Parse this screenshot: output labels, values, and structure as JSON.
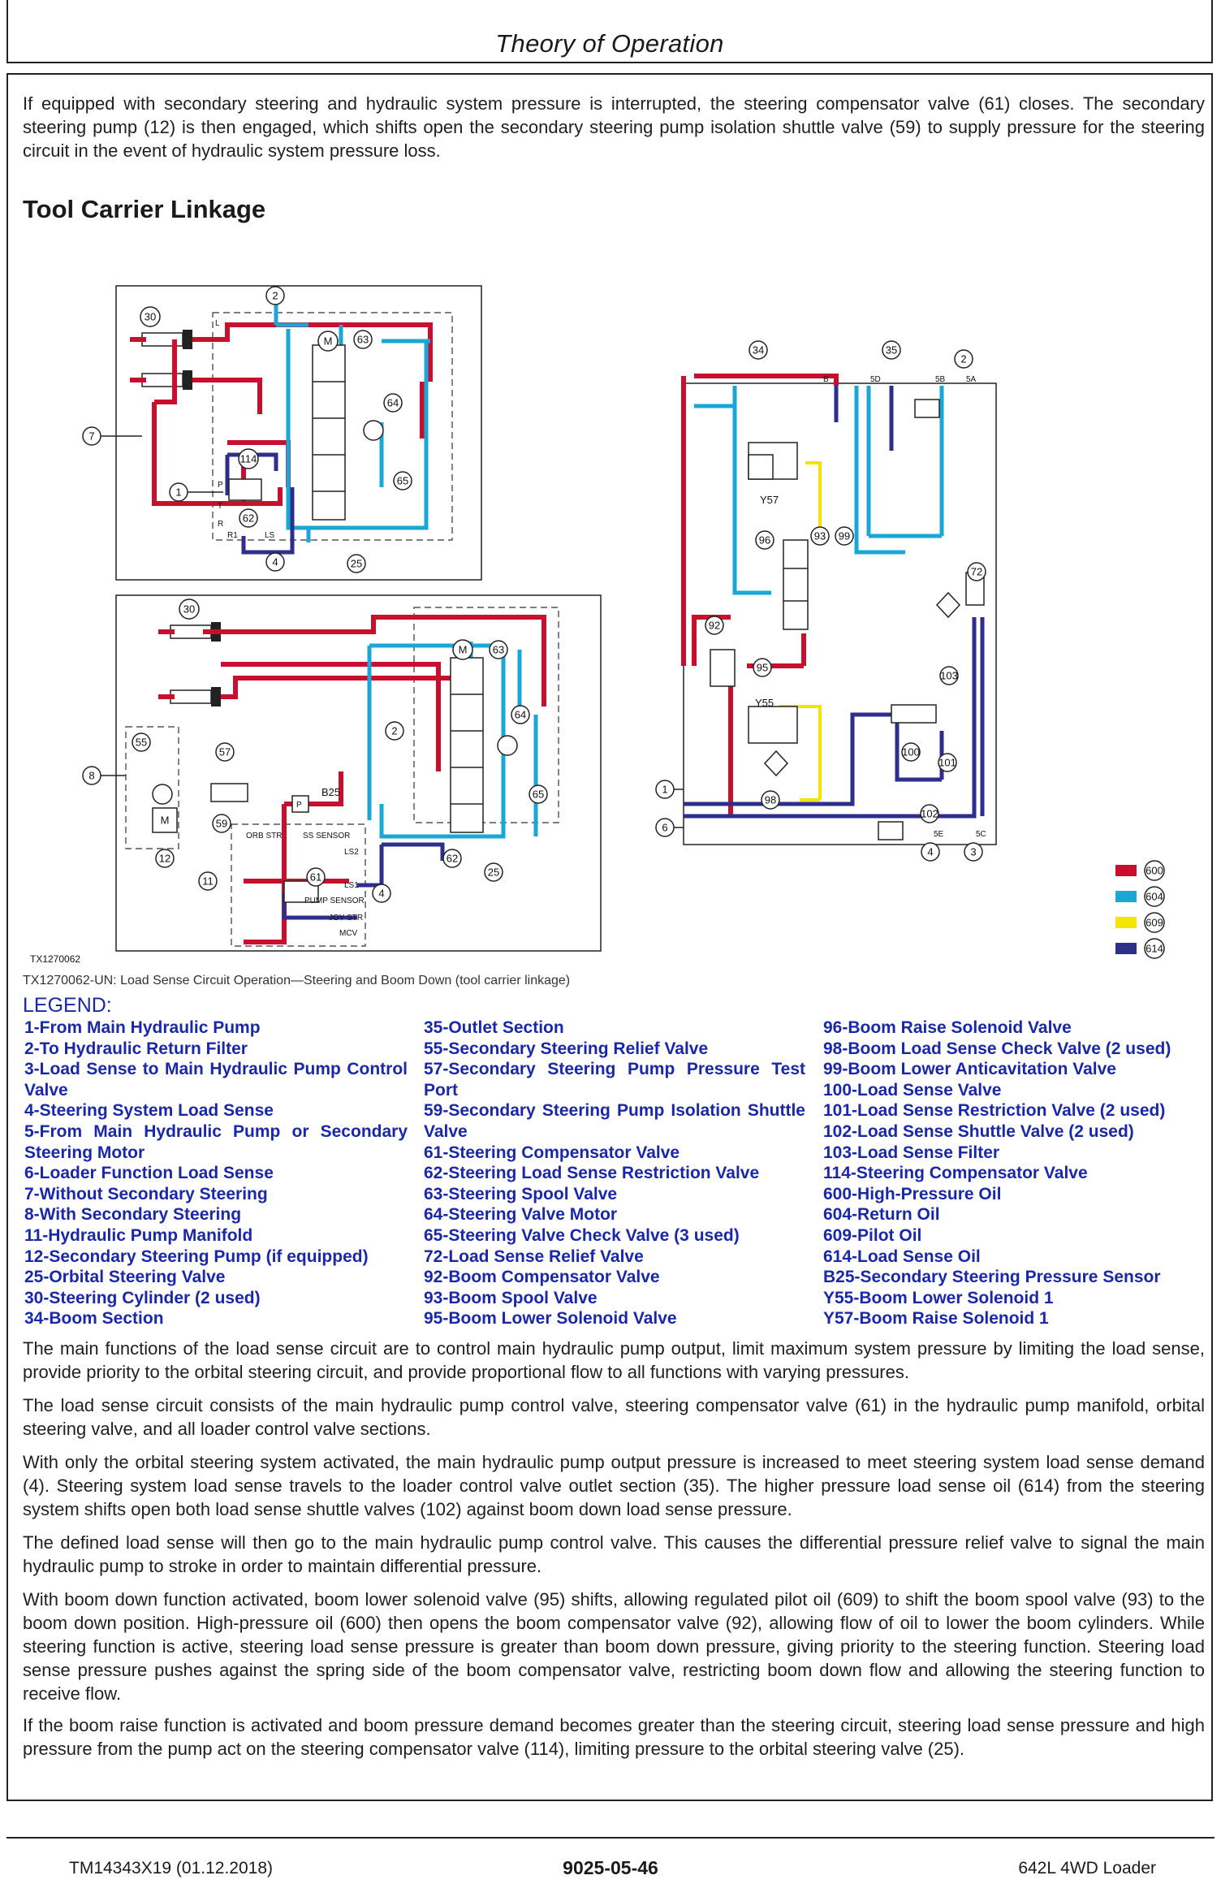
{
  "header": {
    "title": "Theory of Operation"
  },
  "intro_paragraph": "If equipped with secondary steering and hydraulic system pressure is interrupted, the steering compensator valve (61) closes. The secondary steering pump (12) is then engaged, which shifts open the secondary steering pump isolation shuttle valve (59) to supply pressure for the steering circuit in the event of hydraulic system pressure loss.",
  "section_heading": "Tool Carrier Linkage",
  "diagram": {
    "figure_id": "TX1270062",
    "caption": "TX1270062-UN: Load Sense Circuit Operation—Steering and Boom Down (tool carrier linkage)",
    "callouts": [
      "30",
      "2",
      "63",
      "64",
      "65",
      "7",
      "114",
      "1",
      "62",
      "4",
      "25",
      "34",
      "35",
      "5D",
      "5B",
      "5A",
      "B",
      "Y57",
      "96",
      "93",
      "99",
      "92",
      "72",
      "95",
      "Y55",
      "103",
      "100",
      "101",
      "98",
      "102",
      "6",
      "3",
      "8",
      "55",
      "57",
      "59",
      "12",
      "11",
      "61",
      "B25",
      "M",
      "P",
      "T",
      "R",
      "R1",
      "LS",
      "LS1",
      "LS2",
      "ORB STR",
      "SS SENSOR",
      "PUMP SENSOR",
      "JOY STR",
      "MCV",
      "5E",
      "5C",
      "L"
    ],
    "color_key": [
      {
        "code": "600",
        "color": "#c8102e"
      },
      {
        "code": "604",
        "color": "#1aa6d6"
      },
      {
        "code": "609",
        "color": "#f2e600"
      },
      {
        "code": "614",
        "color": "#2e2e8c"
      }
    ]
  },
  "legend": {
    "title": "LEGEND:",
    "col1": [
      "1-From Main Hydraulic Pump",
      "2-To Hydraulic Return Filter",
      "3-Load Sense to Main Hydraulic Pump Control Valve",
      "4-Steering System Load Sense",
      "5-From Main Hydraulic Pump or Secondary Steering Motor",
      "6-Loader Function Load Sense",
      "7-Without Secondary Steering",
      "8-With Secondary Steering",
      "11-Hydraulic Pump Manifold",
      "12-Secondary Steering Pump (if equipped)",
      "25-Orbital Steering Valve",
      "30-Steering Cylinder (2 used)",
      "34-Boom Section"
    ],
    "col2": [
      "35-Outlet Section",
      "55-Secondary Steering Relief Valve",
      "57-Secondary Steering Pump Pressure Test Port",
      "59-Secondary Steering Pump Isolation Shuttle Valve",
      "61-Steering Compensator Valve",
      "62-Steering Load Sense Restriction Valve",
      "63-Steering Spool Valve",
      "64-Steering Valve Motor",
      "65-Steering Valve Check Valve (3 used)",
      "72-Load Sense Relief Valve",
      "92-Boom Compensator Valve",
      "93-Boom Spool Valve",
      "95-Boom Lower Solenoid Valve"
    ],
    "col3": [
      "96-Boom Raise Solenoid Valve",
      "98-Boom Load Sense Check Valve (2 used)",
      "99-Boom Lower Anticavitation Valve",
      "100-Load Sense Valve",
      "101-Load Sense Restriction Valve (2 used)",
      "102-Load Sense Shuttle Valve (2 used)",
      "103-Load Sense Filter",
      "114-Steering Compensator Valve",
      "600-High-Pressure Oil",
      "604-Return Oil",
      "609-Pilot Oil",
      "614-Load Sense Oil",
      "B25-Secondary Steering Pressure Sensor",
      "Y55-Boom Lower Solenoid 1",
      "Y57-Boom Raise Solenoid 1"
    ]
  },
  "body_paragraphs": [
    "The main functions of the load sense circuit are to control main hydraulic pump output, limit maximum system pressure by limiting the load sense, provide priority to the orbital steering circuit, and provide proportional flow to all functions with varying pressures.",
    "The load sense circuit consists of the main hydraulic pump control valve, steering compensator valve (61) in the hydraulic pump manifold, orbital steering valve, and all loader control valve sections.",
    "With only the orbital steering system activated, the main hydraulic pump output pressure is increased to meet steering system load sense demand (4). Steering system load sense travels to the loader control valve outlet section (35). The higher pressure load sense oil (614) from the steering system shifts open both load sense shuttle valves (102) against boom down load sense pressure.",
    "The defined load sense will then go to the main hydraulic pump control valve. This causes the differential pressure relief valve to signal the main hydraulic pump to stroke in order to maintain differential pressure.",
    "With boom down function activated, boom lower solenoid valve (95) shifts, allowing regulated pilot oil (609) to shift the boom spool valve (93) to the boom down position. High-pressure oil (600) then opens the boom compensator valve (92), allowing flow of oil to lower the boom cylinders. While steering function is active, steering load sense pressure is greater than boom down pressure, giving priority to the steering function. Steering load sense pressure pushes against the spring side of the boom compensator valve, restricting boom down flow and allowing the steering function to receive flow.",
    "If the boom raise function is activated and boom pressure demand becomes greater than the steering circuit, steering load sense pressure and high pressure from the pump act on the steering compensator valve (114), limiting pressure to the orbital steering valve (25)."
  ],
  "footer": {
    "left": "TM14343X19 (01.12.2018)",
    "center": "9025-05-46",
    "right": "642L 4WD Loader"
  }
}
